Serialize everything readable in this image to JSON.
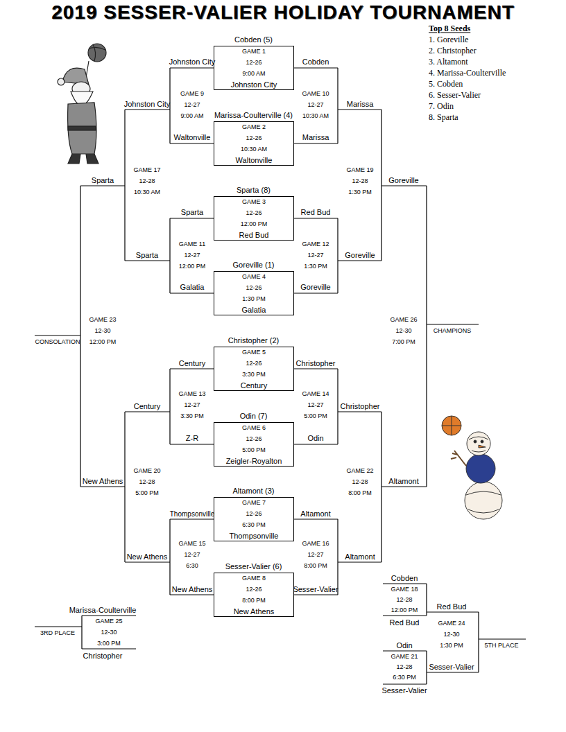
{
  "diagram": {
    "title": "2019 SESSER-VALIER HOLIDAY TOURNAMENT",
    "nodes": [
      {
        "text": [
          "Cobden (5)",
          "GAME 1",
          "12-26",
          "9:00 AM",
          "Johnston City"
        ]
      },
      {
        "text": [
          "Marissa-Coulterville (4)",
          "GAME 2",
          "12-26",
          "10:30 AM",
          "Waltonville"
        ]
      },
      {
        "text": [
          "Sparta (8)",
          "GAME 3",
          "12-26",
          "12:00 PM",
          "Red Bud"
        ]
      },
      {
        "text": [
          "Goreville (1)",
          "GAME 4",
          "12-26",
          "1:30 PM",
          "Galatia"
        ]
      },
      {
        "text": [
          "Christopher (2)",
          "GAME 5",
          "12-26",
          "3:30 PM",
          "Century"
        ]
      },
      {
        "text": [
          "Odin (7)",
          "GAME 6",
          "12-26",
          "5:00 PM",
          "Zeigler-Royalton"
        ]
      },
      {
        "text": [
          "Altamont (3)",
          "GAME 7",
          "12-26",
          "6:30 PM",
          "Thompsonville"
        ]
      },
      {
        "text": [
          "Sesser-Valier (6)",
          "GAME 8",
          "12-26",
          "8:00 PM",
          "New Athens"
        ]
      }
    ],
    "labels": [
      "Johnston City",
      "Waltonville",
      "Cobden",
      "Marissa",
      "GAME 9",
      "12-27",
      "9:00 AM",
      "GAME 10",
      "12-27",
      "10:30 AM",
      "Johnston City",
      "Marissa",
      "Sparta",
      "Galatia",
      "Red Bud",
      "Goreville",
      "GAME 11",
      "12-27",
      "12:00 PM",
      "GAME 12",
      "12-27",
      "1:30 PM",
      "Sparta",
      "Goreville",
      "GAME 17",
      "12-28",
      "10:30 AM",
      "GAME 19",
      "12-28",
      "1:30 PM",
      "Sparta",
      "Goreville",
      "GAME 23",
      "12-30",
      "12:00 PM",
      "CONSOLATION",
      "GAME 26",
      "12-30",
      "7:00 PM",
      "CHAMPIONS",
      "Century",
      "Z-R",
      "Christopher",
      "Odin",
      "GAME 13",
      "12-27",
      "3:30 PM",
      "GAME 14",
      "12-27",
      "5:00 PM",
      "Century",
      "Christopher",
      "Thompsonville",
      "New Athens",
      "Altamont",
      "Sesser-Valier",
      "GAME 15",
      "12-27",
      "6:30",
      "GAME 16",
      "12-27",
      "8:00 PM",
      "New Athens",
      "Altamont",
      "GAME 20",
      "12-28",
      "5:00 PM",
      "GAME 22",
      "12-28",
      "8:00 PM",
      "New Athens",
      "Altamont",
      "Marissa-Coulterville",
      "GAME 25",
      "12-30",
      "3:00 PM",
      "3RD PLACE",
      "Christopher",
      "Cobden",
      "GAME 18",
      "12-28",
      "12:00 PM",
      "Red Bud",
      "Red Bud",
      "GAME 24",
      "12-30",
      "1:30 PM",
      "5TH PLACE",
      "Odin",
      "GAME 21",
      "12-28",
      "6:30 PM",
      "Sesser-Valier",
      "Sesser-Valier",
      "Top 8 Seeds",
      "1. Goreville",
      "2. Christopher",
      "3. Altamont",
      "4. Marissa-Coulterville",
      "5. Cobden",
      "6. Sesser-Valier",
      "7. Odin",
      "8. Sparta"
    ]
  }
}
